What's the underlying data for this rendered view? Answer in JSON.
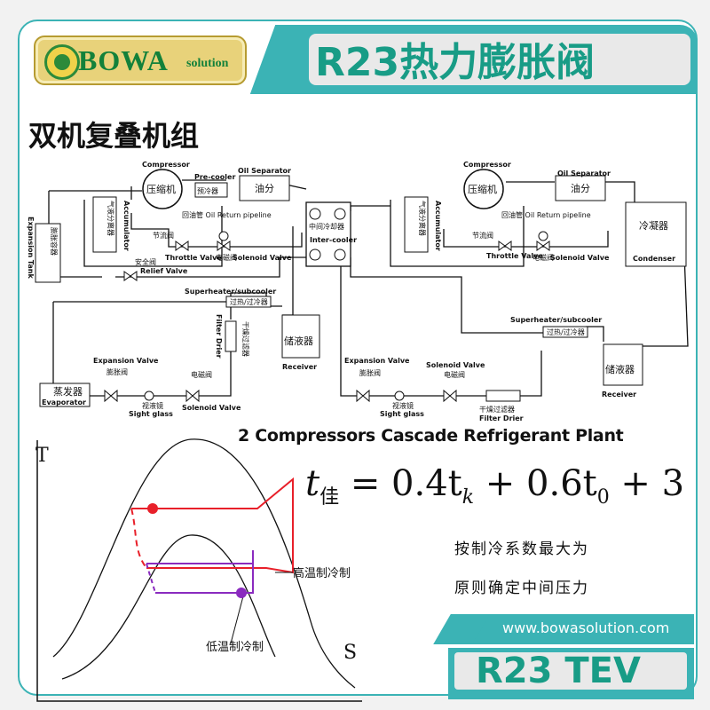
{
  "header": {
    "logo_text": "BOWA",
    "logo_subtext": "solution",
    "title": "R23热力膨胀阀"
  },
  "diagram": {
    "title_cn": "双机复叠机组",
    "plant_label": "2 Compressors Cascade Refrigerant Plant",
    "left_circuit": {
      "compressor_en": "Compressor",
      "compressor_cn": "压缩机",
      "precooler_en": "Pre-cooler",
      "precooler_cn": "预冷器",
      "oil_separator_en": "Oil Separator",
      "oil_separator_cn": "油分",
      "oil_return": "回油管 Oil Return pipeline",
      "accumulator_en": "Accumulator",
      "accumulator_cn": "气液分离器",
      "expansion_tank_en": "Expansion Tank",
      "expansion_tank_cn": "膨胀容器",
      "throttle_en": "Throttle Valve",
      "throttle_cn": "节流阀",
      "solenoid_top_en": "Solenoid Valve",
      "solenoid_top_cn": "电磁阀",
      "relief_en": "Relief Valve",
      "relief_cn": "安全阀",
      "superheater_en": "Superheater/subcooler",
      "superheater_cn": "过热/过冷器",
      "filter_en": "Filter Drier",
      "filter_cn": "干燥过滤器",
      "receiver_en": "Receiver",
      "receiver_cn": "储液器",
      "expansion_en": "Expansion Valve",
      "expansion_cn": "膨胀阀",
      "evaporator_en": "Evaporator",
      "evaporator_cn": "蒸发器",
      "sight_en": "Sight glass",
      "sight_cn": "视液镜",
      "solenoid_bottom_en": "Solenoid Valve",
      "solenoid_bottom_cn": "电磁阀"
    },
    "intercooler_en": "Inter-cooler",
    "intercooler_cn": "中间冷却器",
    "right_circuit": {
      "compressor_en": "Compressor",
      "compressor_cn": "压缩机",
      "oil_separator_en": "Oil Separator",
      "oil_separator_cn": "油分",
      "oil_return": "回油管 Oil Return pipeline",
      "accumulator_en": "Accumulator",
      "accumulator_cn": "气液分离器",
      "condenser_en": "Condenser",
      "condenser_cn": "冷凝器",
      "throttle_en": "Throttle Valve",
      "throttle_cn": "节流阀",
      "solenoid_top_en": "Solenoid Valve",
      "solenoid_top_cn": "电磁阀",
      "superheater_en": "Superheater/subcooler",
      "superheater_cn": "过热/过冷器",
      "receiver_en": "Receiver",
      "receiver_cn": "储液器",
      "expansion_en": "Expansion Valve",
      "expansion_cn": "膨胀阀",
      "solenoid_bottom_en": "Solenoid Valve",
      "solenoid_bottom_cn": "电磁阀",
      "sight_en": "Sight glass",
      "sight_cn": "视液镜",
      "filter_en": "Filter Drier",
      "filter_cn": "干燥过滤器"
    },
    "ts_chart": {
      "axis_t": "T",
      "axis_s": "S",
      "high_temp_label": "高温制冷制",
      "low_temp_label": "低温制冷制",
      "high_color": "#e8202a",
      "low_color": "#8a2bbf"
    }
  },
  "formula": {
    "lhs_var": "t",
    "lhs_sub": "佳",
    "rhs": "= 0.4t",
    "rhs_sub1": "k",
    "rhs_mid": " + 0.6t",
    "rhs_sub2": "0",
    "rhs_end": " + 3",
    "note_line1": "按制冷系数最大为",
    "note_line2": "原则确定中间压力"
  },
  "footer": {
    "url": "www.bowasolution.com",
    "product": "R23 TEV"
  },
  "colors": {
    "accent": "#3bb3b5",
    "title_text": "#189c86",
    "logo_green": "#13813a"
  }
}
